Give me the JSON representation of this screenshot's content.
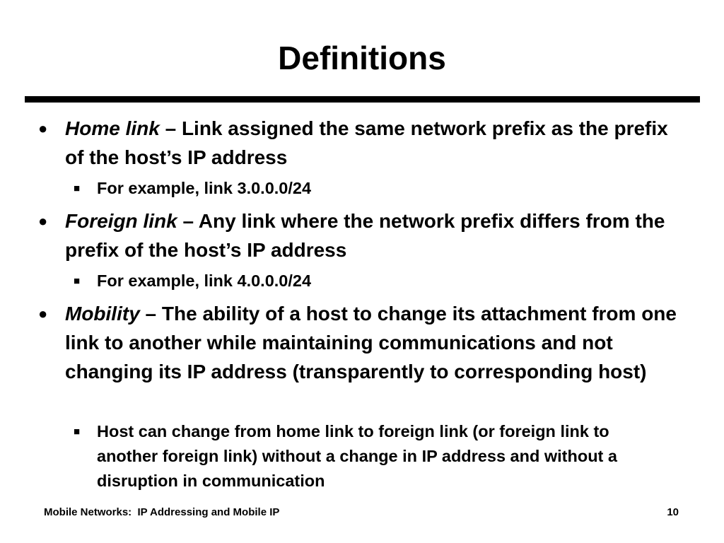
{
  "slide": {
    "title": "Definitions",
    "bullets": [
      {
        "term": "Home link",
        "text": " – Link assigned the same network prefix as the prefix of the host’s IP address",
        "sub": "For example, link 3.0.0.0/24"
      },
      {
        "term": "Foreign link",
        "text": " – Any link where the network prefix differs from the prefix of the host’s IP address",
        "sub": "For example, link 4.0.0.0/24"
      },
      {
        "term": "Mobility",
        "text": " – The ability of a host to change its attachment from one link to another while maintaining communications and not changing its IP address (transparently to corresponding host)",
        "sub": "Host can change from home link to foreign link (or foreign link to another foreign link) without a change in IP address and without a disruption in communication"
      }
    ],
    "bullet_glyph": "●",
    "sub_bullet_glyph": "■"
  },
  "footer": {
    "left": "Mobile Networks:  IP Addressing and Mobile IP",
    "page_number": "10"
  }
}
